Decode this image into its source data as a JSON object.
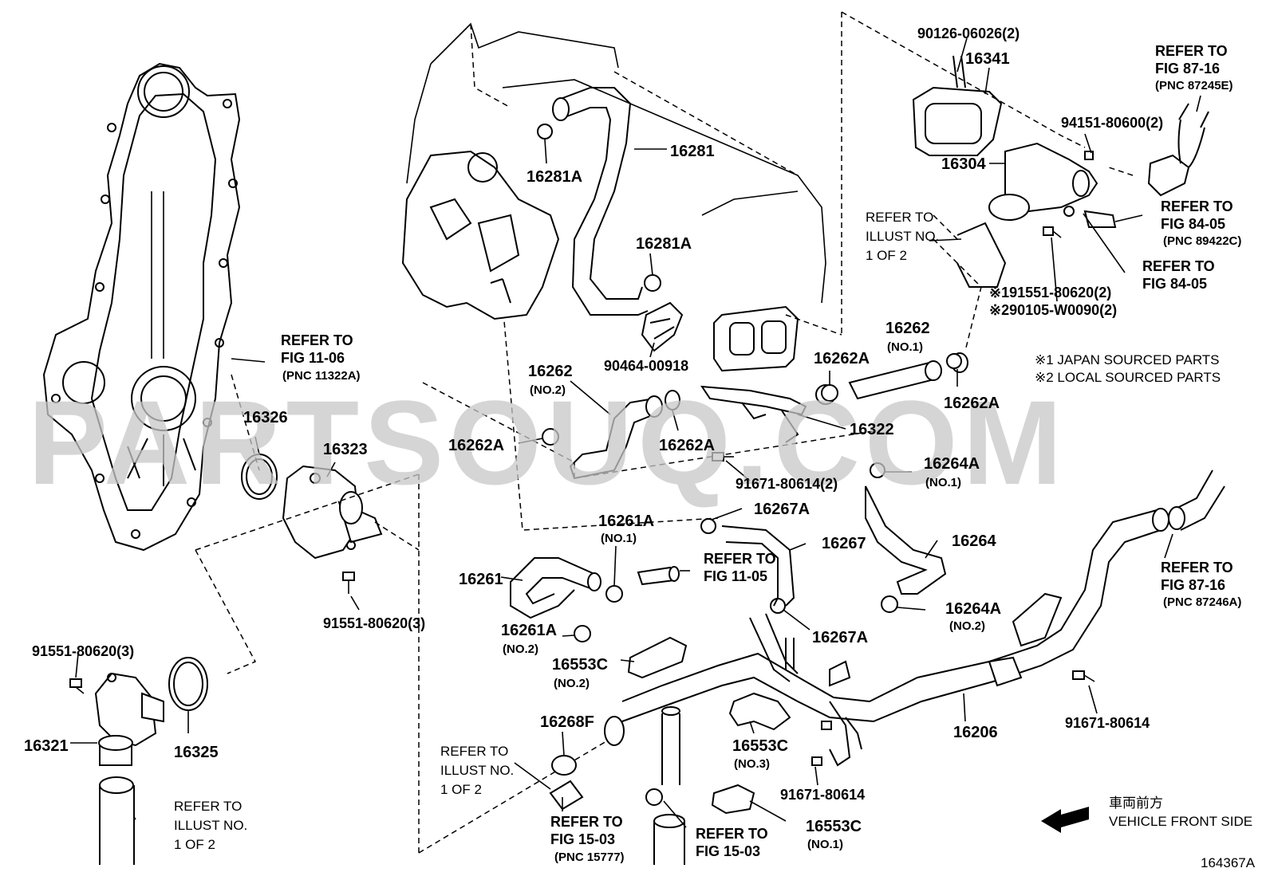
{
  "watermark": "PARTSOUQ.COM",
  "diagram_id": "164367A",
  "legend": {
    "note1": "※1 JAPAN SOURCED PARTS",
    "note2": "※2 LOCAL SOURCED PARTS"
  },
  "direction": {
    "jp": "車両前方",
    "en": "VEHICLE FRONT SIDE"
  },
  "labels": {
    "p90126": "90126-06026(2)",
    "p16341": "16341",
    "p94151": "94151-80600(2)",
    "p16304": "16304",
    "p16281": "16281",
    "p16281A_1": "16281A",
    "p16281A_2": "16281A",
    "p90464": "90464-00918",
    "p16262_no1": "16262",
    "p16262_no1_sub": "(NO.1)",
    "p16262A_1": "16262A",
    "p16262A_2": "16262A",
    "p16262A_3": "16262A",
    "p16262A_4": "16262A",
    "p16262_no2": "16262",
    "p16262_no2_sub": "(NO.2)",
    "p16322": "16322",
    "p16326": "16326",
    "p16323": "16323",
    "p91671_2": "91671-80614(2)",
    "p16264A_1": "16264A",
    "p16264A_1_sub": "(NO.1)",
    "p16267A_1": "16267A",
    "p16261A_1": "16261A",
    "p16261A_1_sub": "(NO.1)",
    "p16267": "16267",
    "p16264": "16264",
    "p16261": "16261",
    "p91551_3a": "91551-80620(3)",
    "p16261A_2": "16261A",
    "p16261A_2_sub": "(NO.2)",
    "p16267A_2": "16267A",
    "p16264A_2": "16264A",
    "p16264A_2_sub": "(NO.2)",
    "p91551_3b": "91551-80620(3)",
    "p16553C_no2": "16553C",
    "p16553C_no2_sub": "(NO.2)",
    "p16321": "16321",
    "p16325": "16325",
    "p16268F": "16268F",
    "p16553C_no3": "16553C",
    "p16553C_no3_sub": "(NO.3)",
    "p16206": "16206",
    "p91671_a": "91671-80614",
    "p91671_b": "91671-80614",
    "p16553C_no1": "16553C",
    "p16553C_no1_sub": "(NO.1)",
    "p191551": "※191551-80620(2)",
    "p290105": "※290105-W0090(2)"
  },
  "refs": {
    "r_87_16e_1": "REFER TO",
    "r_87_16e_2": "FIG 87-16",
    "r_87_16e_3": "(PNC 87245E)",
    "r_84_05a_1": "REFER TO",
    "r_84_05a_2": "FIG 84-05",
    "r_84_05a_3": "(PNC 89422C)",
    "r_84_05b_1": "REFER TO",
    "r_84_05b_2": "FIG 84-05",
    "r_ill1_1": "REFER TO",
    "r_ill1_2": "ILLUST NO.",
    "r_ill1_3": "1 OF 2",
    "r_11_06_1": "REFER TO",
    "r_11_06_2": "FIG 11-06",
    "r_11_06_3": "(PNC 11322A)",
    "r_11_05_1": "REFER TO",
    "r_11_05_2": "FIG 11-05",
    "r_87_16a_1": "REFER TO",
    "r_87_16a_2": "FIG 87-16",
    "r_87_16a_3": "(PNC 87246A)",
    "r_ill2_1": "REFER TO",
    "r_ill2_2": "ILLUST NO.",
    "r_ill2_3": "1 OF 2",
    "r_ill3_1": "REFER TO",
    "r_ill3_2": "ILLUST NO.",
    "r_ill3_3": "1 OF 2",
    "r_15_03a_1": "REFER TO",
    "r_15_03a_2": "FIG 15-03",
    "r_15_03a_3": "(PNC 15777)",
    "r_15_03b_1": "REFER TO",
    "r_15_03b_2": "FIG 15-03"
  }
}
